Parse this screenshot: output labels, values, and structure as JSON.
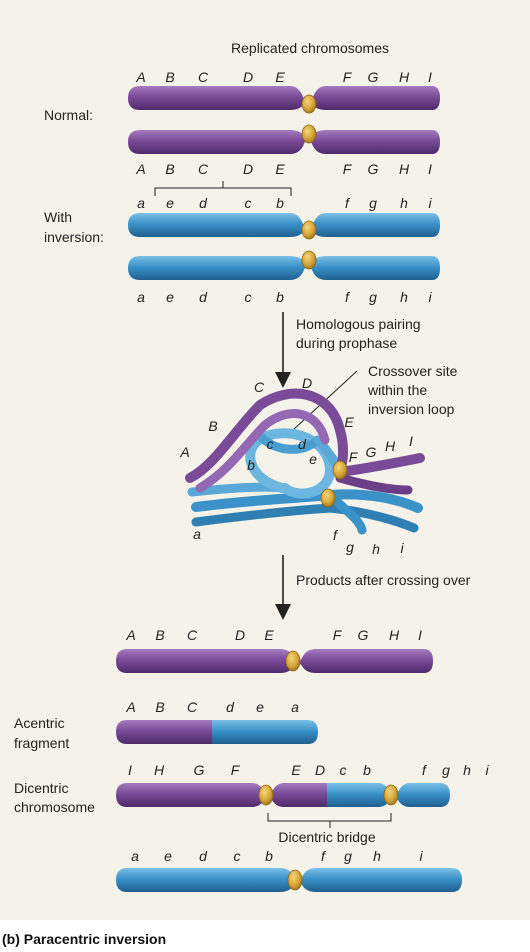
{
  "title": "Replicated chromosomes",
  "labels": {
    "normal": "Normal:",
    "with_inversion_1": "With",
    "with_inversion_2": "inversion:",
    "acentric_1": "Acentric",
    "acentric_2": "fragment",
    "dicentric_1": "Dicentric",
    "dicentric_2": "chromosome"
  },
  "steps": {
    "pairing_1": "Homologous pairing",
    "pairing_2": "during prophase",
    "products": "Products after crossing over"
  },
  "crossover_note": [
    "Crossover site",
    "within the",
    "inversion loop"
  ],
  "dicentric_bridge": "Dicentric bridge",
  "caption": "(b) Paracentric inversion",
  "genes": {
    "normal_upper": [
      "A",
      "B",
      "C",
      "D",
      "E",
      "F",
      "G",
      "H",
      "I"
    ],
    "normal_lower": [
      "A",
      "B",
      "C",
      "D",
      "E",
      "F",
      "G",
      "H",
      "I"
    ],
    "inverted_upper": [
      "a",
      "e",
      "d",
      "c",
      "b",
      "f",
      "g",
      "h",
      "i"
    ],
    "inverted_lower": [
      "a",
      "e",
      "d",
      "c",
      "b",
      "f",
      "g",
      "h",
      "i"
    ],
    "loop_purple": [
      "A",
      "B",
      "C",
      "D",
      "E",
      "F",
      "G",
      "H",
      "I"
    ],
    "loop_blue": [
      "b",
      "c",
      "d",
      "e",
      "a",
      "f",
      "g",
      "h",
      "i"
    ],
    "product_normal": [
      "A",
      "B",
      "C",
      "D",
      "E",
      "F",
      "G",
      "H",
      "I"
    ],
    "product_acentric": [
      "A",
      "B",
      "C",
      "d",
      "e",
      "a"
    ],
    "product_dicentric": [
      "I",
      "H",
      "G",
      "F",
      "E",
      "D",
      "c",
      "b",
      "f",
      "g",
      "h",
      "i"
    ],
    "product_inverted": [
      "a",
      "e",
      "d",
      "c",
      "b",
      "f",
      "g",
      "h",
      "i"
    ]
  },
  "colors": {
    "normal_chromosome": "#7d4e9a",
    "inverted_chromosome": "#3b93c9",
    "centromere": "#d4a53a",
    "background": "#f5f2e9"
  }
}
